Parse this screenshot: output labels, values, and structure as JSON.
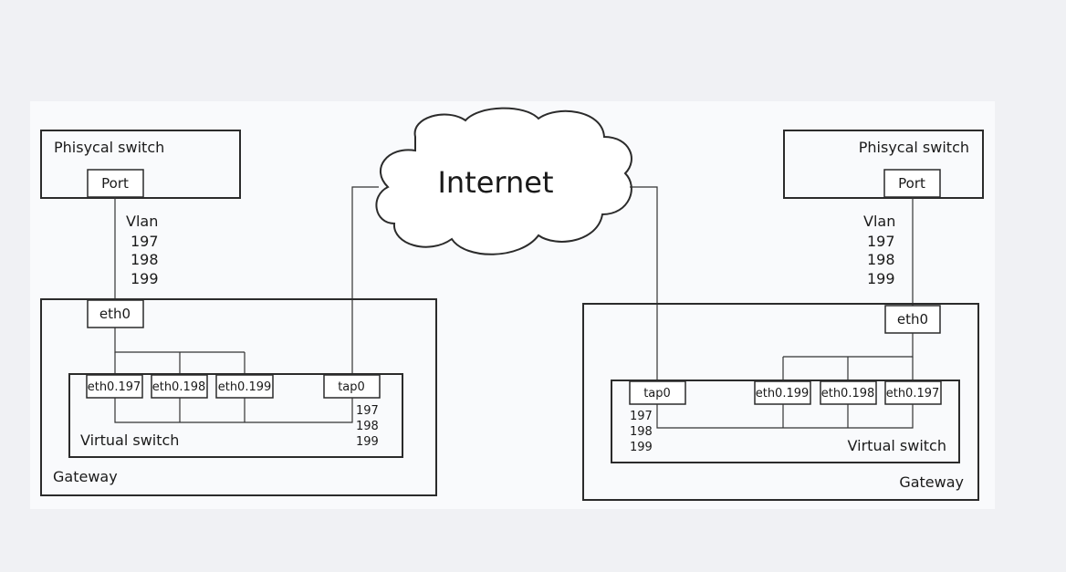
{
  "internet": {
    "label": "Internet"
  },
  "left": {
    "switch_label": "Phisycal switch",
    "port_label": "Port",
    "vlan_label": "Vlan",
    "vlans": [
      "197",
      "198",
      "199"
    ],
    "eth0": "eth0",
    "subifs": [
      "eth0.197",
      "eth0.198",
      "eth0.199"
    ],
    "tap0": "tap0",
    "tap_vlans": [
      "197",
      "198",
      "199"
    ],
    "vswitch_label": "Virtual switch",
    "gateway_label": "Gateway"
  },
  "right": {
    "switch_label": "Phisycal switch",
    "port_label": "Port",
    "vlan_label": "Vlan",
    "vlans": [
      "197",
      "198",
      "199"
    ],
    "eth0": "eth0",
    "subifs": [
      "eth0.199",
      "eth0.198",
      "eth0.197"
    ],
    "tap0": "tap0",
    "tap_vlans": [
      "197",
      "198",
      "199"
    ],
    "vswitch_label": "Virtual switch",
    "gateway_label": "Gateway"
  }
}
